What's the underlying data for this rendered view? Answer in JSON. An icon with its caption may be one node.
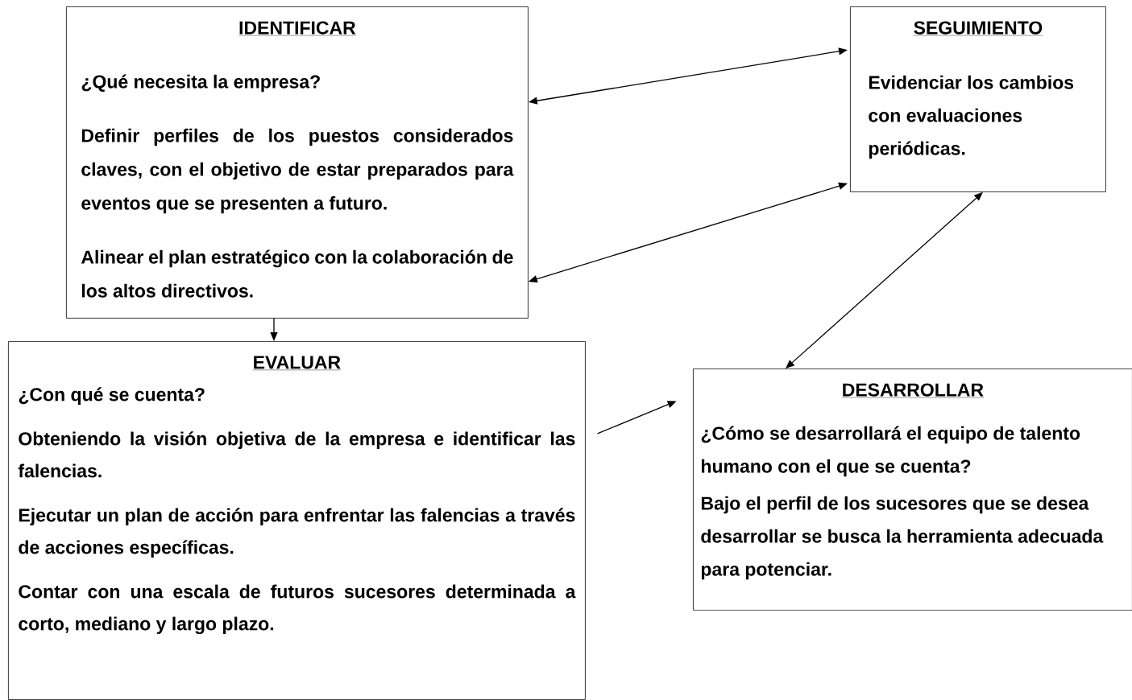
{
  "diagram": {
    "nodes": [
      {
        "text": [
          "IDENTIFICAR",
          "¿Qué necesita la empresa?",
          "Definir perfiles de los puestos considerados claves, con el objetivo de estar preparados para eventos que se presenten a futuro.",
          "Alinear el plan estratégico con la colaboración de los altos directivos."
        ]
      },
      {
        "text": [
          "SEGUIMIENTO",
          "Evidenciar los cambios con evaluaciones periódicas."
        ]
      },
      {
        "text": [
          "EVALUAR",
          "¿Con qué se cuenta?",
          "Obteniendo la visión objetiva de la empresa e identificar las falencias.",
          "Ejecutar un plan de acción para enfrentar las falencias a través de acciones específicas.",
          "Contar con una escala de futuros sucesores determinada a corto, mediano y largo plazo."
        ]
      },
      {
        "text": [
          "DESARROLLAR",
          "¿Cómo se desarrollará el equipo de talento humano con el que se cuenta?",
          "Bajo el perfil de los sucesores que se desea desarrollar se busca la herramienta adecuada para potenciar."
        ]
      }
    ],
    "edges": [
      {
        "from": 0,
        "to": 1,
        "arrow": "both"
      },
      {
        "from": 0,
        "to": 1,
        "arrow": "both"
      },
      {
        "from": 1,
        "to": 3,
        "arrow": "both"
      },
      {
        "from": 0,
        "to": 2,
        "arrow": "to"
      },
      {
        "from": 2,
        "to": 3,
        "arrow": "to"
      }
    ]
  }
}
